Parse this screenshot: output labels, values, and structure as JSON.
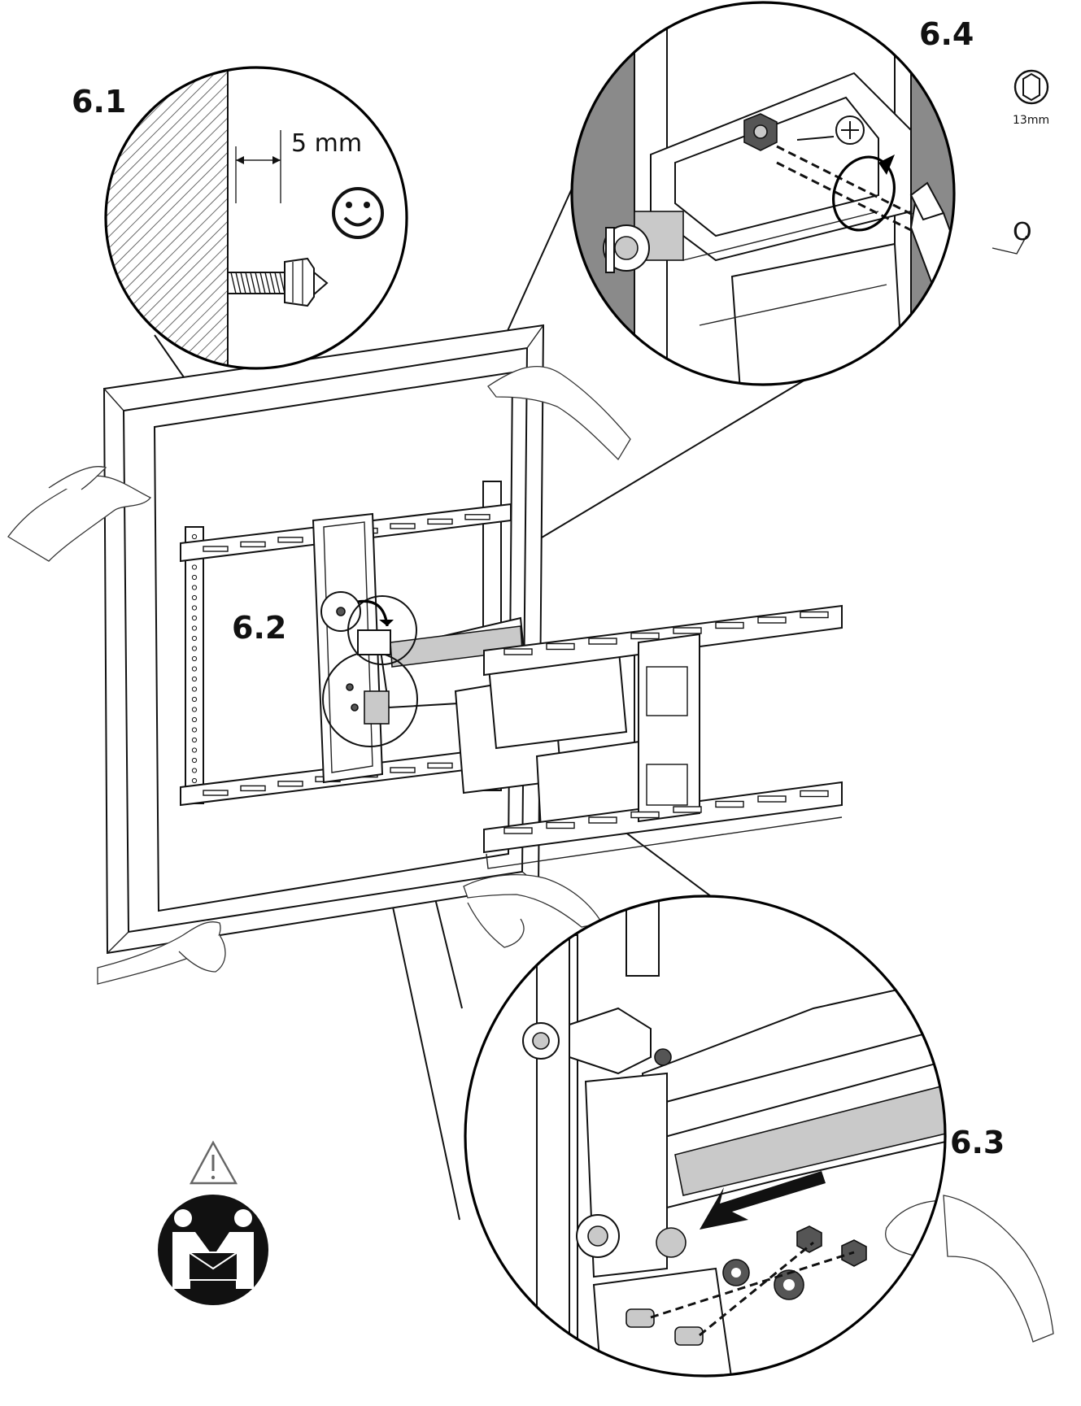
{
  "steps": {
    "step1": "6.1",
    "step2": "6.2",
    "step3": "6.3",
    "step4": "6.4"
  },
  "measurements": {
    "gap": "5 mm",
    "wrench_size": "13mm",
    "wrench_tag": "O"
  },
  "icons": {
    "smiley": "smiley-face-icon",
    "warning": "warning-triangle-icon",
    "two_person": "two-person-lift-icon",
    "hex_wrench": "hex-13mm-icon",
    "phillips": "phillips-screw-icon"
  }
}
